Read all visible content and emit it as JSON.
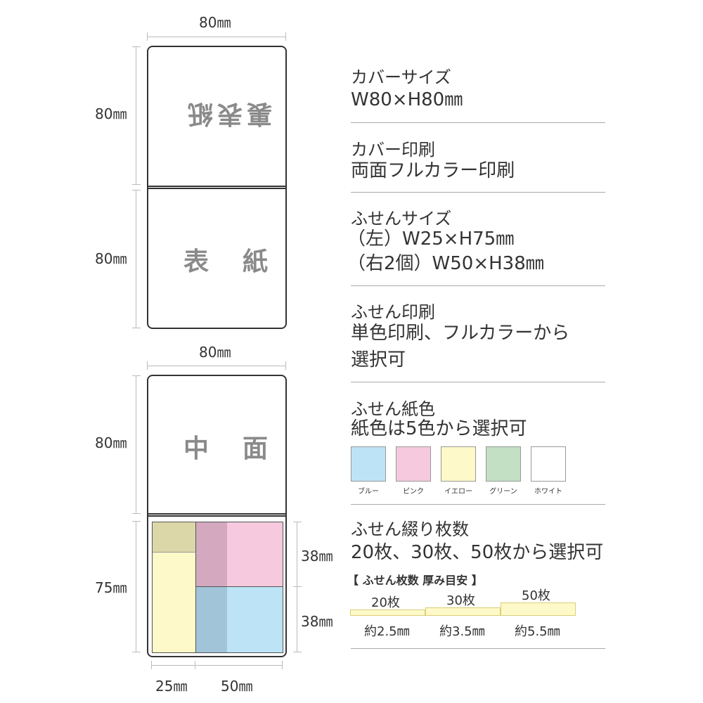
{
  "dimensions": {
    "cover_width": "80㎜",
    "cover_back_height": "80㎜",
    "cover_front_height": "80㎜",
    "inner_width": "80㎜",
    "inner_top_height": "80㎜",
    "inner_bottom_height": "75㎜",
    "sticky_height_top": "38㎜",
    "sticky_height_bottom": "38㎜",
    "sticky_width_left": "25㎜",
    "sticky_width_right": "50㎜"
  },
  "cover": {
    "back_label": "裏表紙",
    "front_label": "表　紙",
    "inner_label": "中　面"
  },
  "specs": {
    "cover_size": {
      "title": "カバーサイズ",
      "value": "W80×H80㎜"
    },
    "cover_print": {
      "title": "カバー印刷",
      "value": "両面フルカラー印刷"
    },
    "sticky_size": {
      "title": "ふせんサイズ",
      "line1": "（左）W25×H75㎜",
      "line2": "（右2個）W50×H38㎜"
    },
    "sticky_print": {
      "title": "ふせん印刷",
      "line1": "単色印刷、フルカラーから",
      "line2": "選択可"
    },
    "sticky_color": {
      "title": "ふせん紙色",
      "value": "紙色は5色から選択可",
      "swatches": [
        {
          "label": "ブルー",
          "color": "#bde3f7"
        },
        {
          "label": "ピンク",
          "color": "#f6c9de"
        },
        {
          "label": "イエロー",
          "color": "#fef9c8"
        },
        {
          "label": "グリーン",
          "color": "#c3dfc4"
        },
        {
          "label": "ホワイト",
          "color": "#ffffff"
        }
      ]
    },
    "sticky_count": {
      "title": "ふせん綴り枚数",
      "value": "20枚、30枚、50枚から選択可",
      "guide_title": "【 ふせん枚数 厚み目安 】",
      "thickness": [
        {
          "count": "20枚",
          "thickness": "約2.5㎜"
        },
        {
          "count": "30枚",
          "thickness": "約3.5㎜"
        },
        {
          "count": "50枚",
          "thickness": "約5.5㎜"
        }
      ]
    }
  },
  "colors": {
    "blue": "#bde3f7",
    "pink": "#f6c9de",
    "yellow": "#fef9c8",
    "yellow_top": "#dcd7a8",
    "pink_left": "#d4a9bf",
    "blue_left": "#a2c4d9",
    "label_gray": "#8a8a8a"
  }
}
